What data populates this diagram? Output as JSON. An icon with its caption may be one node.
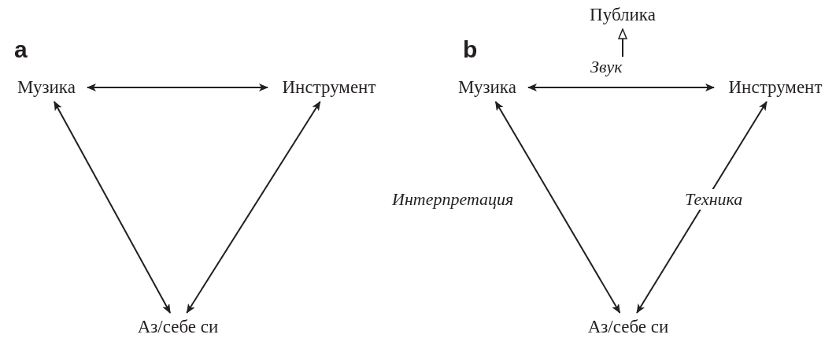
{
  "diagram": {
    "nodes": [
      {
        "text": [
          "Музика"
        ]
      },
      {
        "text": [
          "Инструмент"
        ]
      },
      {
        "text": [
          "Аз/себе си"
        ]
      },
      {
        "text": [
          "Публика"
        ]
      },
      {
        "text": [
          "Музика"
        ]
      },
      {
        "text": [
          "Инструмент"
        ]
      },
      {
        "text": [
          "Аз/себе си"
        ]
      }
    ],
    "edges": [
      {
        "from": 0,
        "to": 1,
        "arrow": "both"
      },
      {
        "from": 0,
        "to": 2,
        "arrow": "both"
      },
      {
        "from": 1,
        "to": 2,
        "arrow": "both"
      },
      {
        "from": 4,
        "to": 5,
        "arrow": "both",
        "label": "Звук"
      },
      {
        "from": 4,
        "to": 6,
        "arrow": "both",
        "label": "Интерпретация"
      },
      {
        "from": 5,
        "to": 6,
        "arrow": "both",
        "label": "Техника"
      },
      {
        "from": null,
        "to": 3,
        "arrow": "to"
      }
    ],
    "labels": [
      "a",
      "b"
    ]
  }
}
